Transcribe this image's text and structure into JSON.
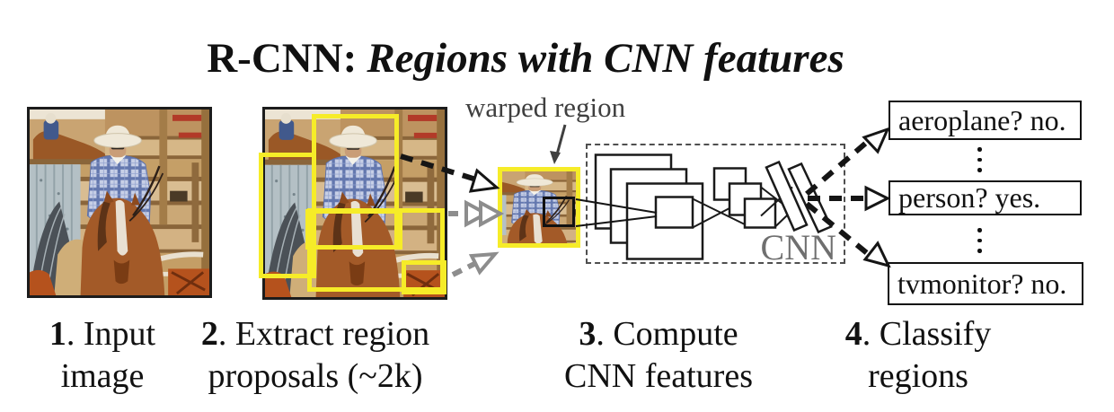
{
  "title": {
    "prefix": "R-CNN:",
    "emphasis": "Regions with CNN features"
  },
  "annotations": {
    "warped_region_label": "warped region",
    "cnn_label": "CNN"
  },
  "steps": [
    {
      "number": "1",
      "text": ". Input",
      "line2": "image"
    },
    {
      "number": "2",
      "text": ". Extract region",
      "line2": "proposals (~2k)"
    },
    {
      "number": "3",
      "text": ". Compute",
      "line2": "CNN features"
    },
    {
      "number": "4",
      "text": ". Classify",
      "line2": "regions"
    }
  ],
  "classifications": [
    {
      "label": "aeroplane? no."
    },
    {
      "label": "person? yes."
    },
    {
      "label": "tvmonitor? no."
    }
  ],
  "colors": {
    "proposal_box": "#f6ec28",
    "arrow_gray": "#8d8d8d",
    "annotation_gray": "#3f3f3f",
    "cnn_label_gray": "#6f6f6f"
  }
}
